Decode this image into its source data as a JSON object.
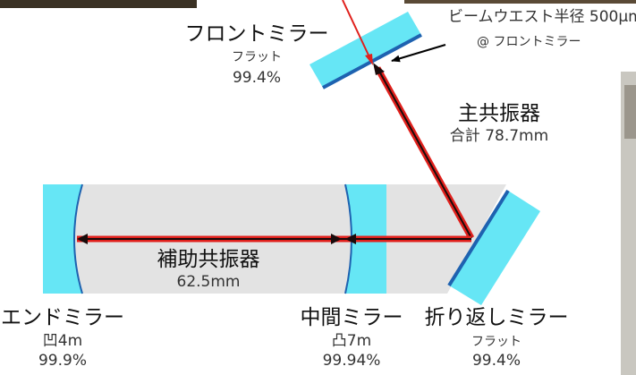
{
  "labels": {
    "front_mirror": {
      "name": "フロントミラー",
      "type": "フラット",
      "reflectivity": "99.4%"
    },
    "beam_waist": {
      "line1": "ビームウエスト半径 500μm",
      "line2": "@ フロントミラー"
    },
    "main_cavity": {
      "name": "主共振器",
      "length": "合計 78.7mm"
    },
    "aux_cavity": {
      "name": "補助共振器",
      "length": "62.5mm"
    },
    "end_mirror": {
      "name": "エンドミラー",
      "type": "凹4m",
      "reflectivity": "99.9%"
    },
    "middle_mirror": {
      "name": "中間ミラー",
      "type": "凸7m",
      "reflectivity": "99.94%"
    },
    "fold_mirror": {
      "name": "折り返しミラー",
      "type": "フラット",
      "reflectivity": "99.4%"
    }
  },
  "colors": {
    "mirror_fill": "#66e6f5",
    "mirror_coating": "#1e62b0",
    "beam": "#e0201c",
    "beam_core": "#1a0a0a",
    "cavity_region": "#e3e3e3",
    "photo_bg": "#c9c7c0"
  }
}
